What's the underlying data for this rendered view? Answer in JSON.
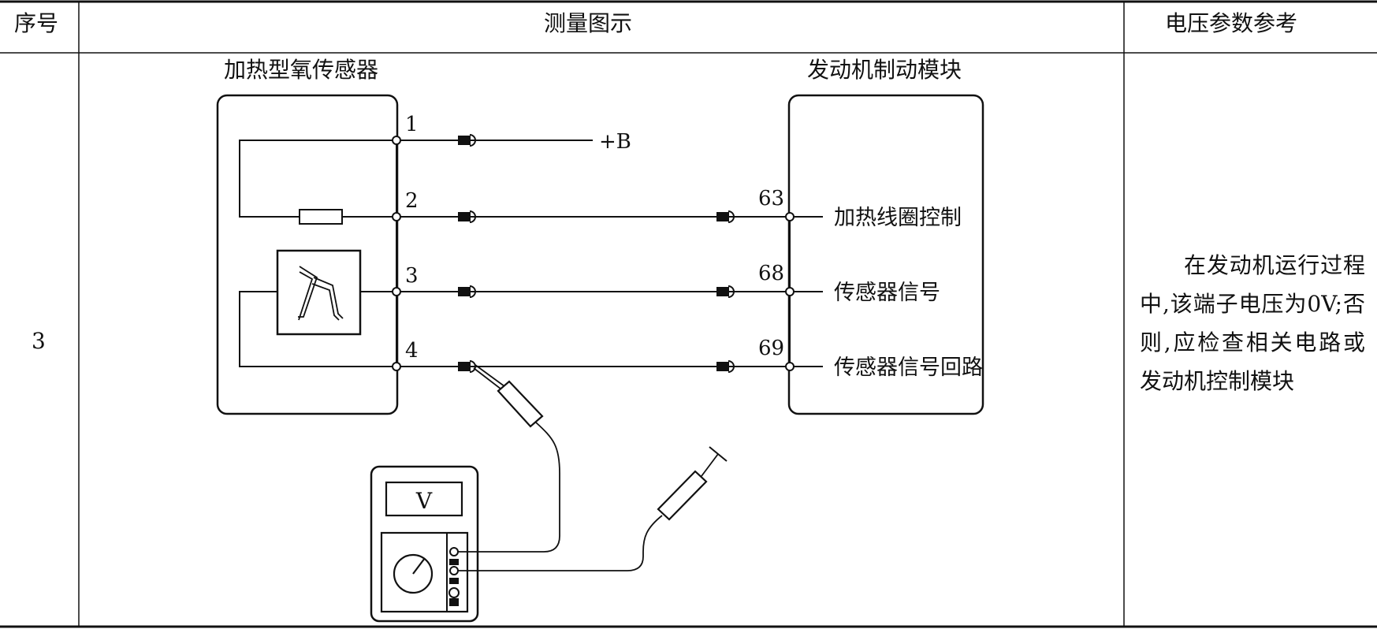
{
  "table": {
    "headers": {
      "index": "序号",
      "diagram": "测量图示",
      "voltage": "电压参数参考"
    },
    "row": {
      "index": "3",
      "note": "在发动机运行过程中,该端子电压为0V;否则,应检查相关电路或发动机控制模块"
    }
  },
  "diagram": {
    "sensor_title": "加热型氧传感器",
    "module_title": "发动机制动模块",
    "sensor_pins": [
      "1",
      "2",
      "3",
      "4"
    ],
    "module_pins": [
      "63",
      "68",
      "69"
    ],
    "supply_label": "+B",
    "module_signals": [
      "加热线圈控制",
      "传感器信号",
      "传感器信号回路"
    ],
    "meter_label": "V"
  }
}
